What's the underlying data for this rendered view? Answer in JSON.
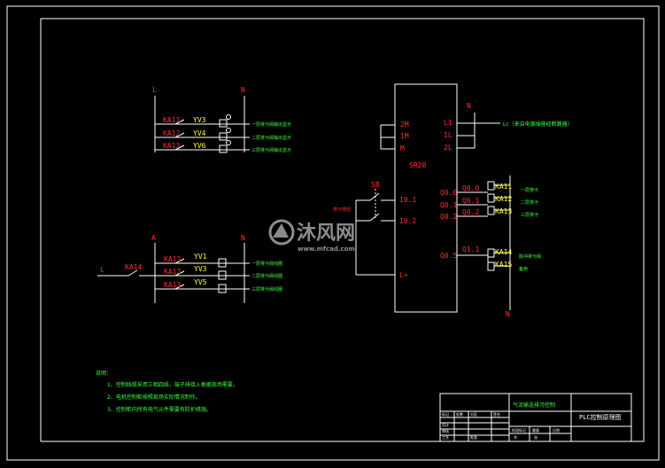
{
  "power": {
    "L": "L",
    "N": "N",
    "A": "A"
  },
  "top_group": [
    {
      "relay": "KA11",
      "valve": "YV3",
      "desc": "一层排污阀输出显示"
    },
    {
      "relay": "KA12",
      "valve": "YV4",
      "desc": "二层排污阀输出显示"
    },
    {
      "relay": "KA13",
      "valve": "YV6",
      "desc": "三层排污阀输出显示"
    }
  ],
  "mid_group": [
    {
      "relay": "KA11",
      "valve": "YV1",
      "desc": "一层排污阀线圈"
    },
    {
      "relay": "KA12",
      "valve": "YV3",
      "desc": "二层排污阀线圈"
    },
    {
      "relay": "KA13",
      "valve": "YV5",
      "desc": "三层排污阀线圈"
    }
  ],
  "ka14_branch": {
    "L": "L",
    "relay": "KA14"
  },
  "plc": {
    "model": "SR20",
    "left_pins": [
      "2M",
      "1M",
      "M"
    ],
    "right_pins": [
      "L1",
      "1L",
      "2L"
    ],
    "inputs": [
      "I0.1",
      "I0.2"
    ],
    "lplus": "L+",
    "outputs": [
      "Q0.0",
      "Q0.1",
      "Q0.2",
      "Q0.5"
    ],
    "out_tags": [
      "Q0.0",
      "Q0.1",
      "Q0.2",
      "Q1.1"
    ],
    "N": "N",
    "supply_note": "Lc（来自电源插座经断路器）"
  },
  "switch": {
    "label": "SB",
    "desc": "排污按钮"
  },
  "outputs_ka": [
    {
      "relay": "KA11",
      "desc": "一层排污"
    },
    {
      "relay": "KA12",
      "desc": "二层排污"
    },
    {
      "relay": "KA13",
      "desc": "三层排污"
    },
    {
      "relay": "KA14",
      "desc": "脉冲排污阀"
    },
    {
      "relay": "KA15",
      "desc": "备用"
    }
  ],
  "notes": {
    "title": "说明：",
    "items": [
      "1、控制线缆采用三相四线，端子排接入根据现场需要。",
      "2、电机控制柜按照现场实际情况制作。",
      "3、控制柜内所有电气元件需要有防护措施。"
    ]
  },
  "title_block": {
    "project": "气流输送排污控制",
    "drawing": "PLC控制原理图",
    "cells": [
      "标记",
      "处数",
      "分区",
      "签名",
      "设计",
      "审核",
      "工艺",
      "批准",
      "阶段标记",
      "重量",
      "比例",
      "共",
      "张"
    ]
  },
  "watermark": {
    "brand": "沐风网",
    "url": "www.mfcad.com"
  }
}
